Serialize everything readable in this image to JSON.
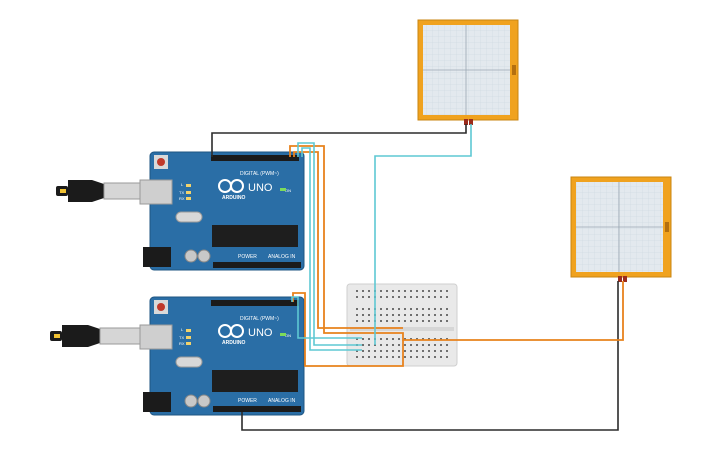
{
  "board_top": {
    "digital_label": "DIGITAL (PWM~)",
    "brand": "ARDUINO",
    "model": "UNO",
    "analog_label": "ANALOG IN",
    "power_label": "POWER",
    "on_label": "ON",
    "tx_label": "TX",
    "rx_label": "RX",
    "l_label": "L"
  },
  "board_bottom": {
    "digital_label": "DIGITAL (PWM~)",
    "brand": "ARDUINO",
    "model": "UNO",
    "analog_label": "ANALOG IN",
    "power_label": "POWER",
    "on_label": "ON",
    "tx_label": "TX",
    "rx_label": "RX",
    "l_label": "L"
  },
  "colors": {
    "board": "#2a6ea6",
    "board_dark": "#1f5582",
    "wire_black": "#2b2b2b",
    "wire_orange": "#e8821d",
    "wire_cyan": "#5ec8d3",
    "display_frame": "#f0a21e",
    "breadboard": "#e9e9e9"
  },
  "icons": {
    "usb": "usb-plug-icon",
    "reset": "reset-button-icon",
    "logo": "infinity-logo-icon"
  }
}
